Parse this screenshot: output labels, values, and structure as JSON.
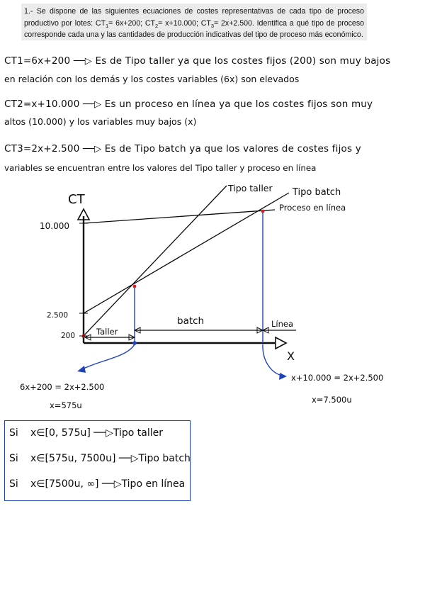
{
  "question": {
    "text": "1.- Se dispone de las siguientes ecuaciones de costes representativas de cada tipo de proceso productivo por lotes: ",
    "eq1_label": "CT",
    "eq1_sub": "1",
    "eq1_rest": "= 6x+200; ",
    "eq2_label": "CT",
    "eq2_sub": "2",
    "eq2_rest": "= x+10.000; ",
    "eq3_label": "CT",
    "eq3_sub": "3",
    "eq3_rest": "= 2x+2.500. Identifica a qué tipo de proceso corresponde cada una y las cantidades de producción indicativas del tipo de proceso más económico."
  },
  "answers": [
    {
      "equation": "CT1=6x+200",
      "line1": "Es de Tipo taller ya que los costes fijos (200) son muy bajos",
      "line2": "en relación con los demás y los costes variables (6x) son elevados"
    },
    {
      "equation": "CT2=x+10.000",
      "line1": "Es un proceso en línea ya que los costes fijos son muy",
      "line2": "altos (10.000) y los variables muy bajos (x)"
    },
    {
      "equation": "CT3=2x+2.500",
      "line1": "Es de Tipo batch ya que los valores de costes fijos y",
      "line2": "variables se encuentran entre los valores del Tipo taller y proceso en línea"
    }
  ],
  "graph": {
    "y_axis_label": "CT",
    "x_axis_label": "X",
    "y_ticks": [
      "10.000",
      "2.500",
      "200"
    ],
    "line_labels": [
      "Tipo taller",
      "Tipo batch",
      "Proceso en línea"
    ],
    "region_labels": [
      "Taller",
      "batch",
      "Línea"
    ],
    "intersection_1": {
      "equation": "6x+200 = 2x+2.500",
      "result": "x=575u"
    },
    "intersection_2": {
      "equation": "x+10.000 = 2x+2.500",
      "result": "x=7.500u"
    }
  },
  "ranges": [
    {
      "si": "Si",
      "interval": "x∈[0, 575u]",
      "result": "Tipo taller"
    },
    {
      "si": "Si",
      "interval": "x∈[575u, 7500u]",
      "result": "Tipo batch"
    },
    {
      "si": "Si",
      "interval": "x∈[7500u, ∞]",
      "result": "Tipo en línea"
    }
  ],
  "colors": {
    "ink": "#0c0c0c",
    "blue": "#1f43b8",
    "red": "#d62020",
    "question_bg": "#ebebeb"
  }
}
